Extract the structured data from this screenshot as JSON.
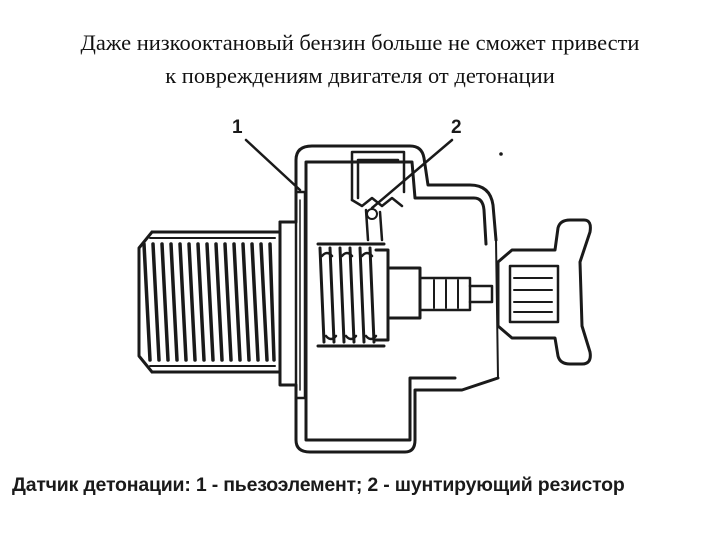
{
  "title": {
    "line1": "Даже низкооктановый бензин больше не сможет привести",
    "line2": "к повреждениям двигателя от детонации"
  },
  "diagram": {
    "callout_1": "1",
    "callout_2": "2",
    "caption": "Датчик детонации: 1 - пьезоэлемент; 2 - шунтирующий резистор"
  }
}
